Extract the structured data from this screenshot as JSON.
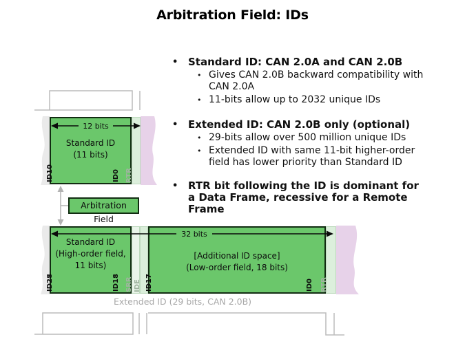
{
  "title": "Arbitration Field: IDs",
  "bullet_glyph": "•",
  "bullets": {
    "b1": {
      "label": "Standard ID: CAN 2.0A and CAN 2.0B",
      "sub1": "Gives CAN 2.0B backward compatibility with CAN 2.0A",
      "sub2": "11-bits allow up to 2032 unique IDs"
    },
    "b2": {
      "label": "Extended ID: CAN 2.0B only (optional)",
      "sub1": "29-bits allow over 500 million unique IDs",
      "sub2": "Extended ID with same 11-bit higher-order field has lower priority than Standard ID"
    },
    "b3": {
      "label": "RTR bit following the ID is dominant for a Data Frame, recessive for a Remote Frame"
    }
  },
  "diagram": {
    "standard": {
      "width_label": "12 bits",
      "line1": "Standard ID",
      "line2": "(11 bits)",
      "id10": "ID10",
      "id0": "ID0",
      "rtr": "RTR"
    },
    "arbitration_label": "Arbitration Field",
    "extended": {
      "width_label": "32 bits",
      "high_line1": "Standard ID",
      "high_line2": "(High-order field,",
      "high_line3": "11 bits)",
      "id28": "ID28",
      "id18": "ID18",
      "srr": "SRR",
      "ide": "IDE",
      "id17": "ID17",
      "low_line1": "[Additional ID space]",
      "low_line2": "(Low-order field, 18 bits)",
      "id0": "ID0",
      "rtr": "RTR",
      "caption": "Extended ID (29 bits, CAN 2.0B)"
    },
    "colors": {
      "field_green": "#6bc76b",
      "strip_green": "#dcefdc",
      "strip_light": "#eaf5ea",
      "continuation_pink": "#e7d2e9",
      "continuation_gray": "#eaeaea",
      "waveform_gray": "#bcbcbc"
    }
  }
}
